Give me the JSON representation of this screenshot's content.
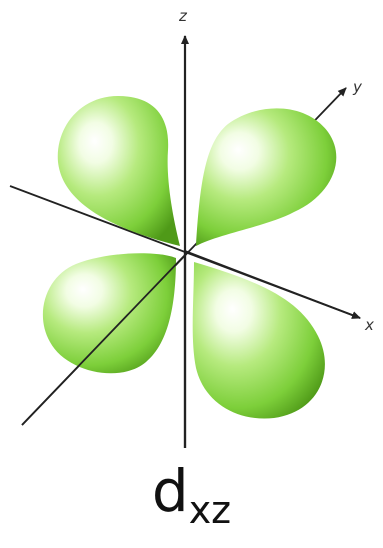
{
  "axes": {
    "z": "z",
    "y": "y",
    "x": "x"
  },
  "caption": {
    "main": "d",
    "subscript": "xz"
  },
  "colors": {
    "lobe_highlight": "#ffffff",
    "lobe_light": "#ccf39a",
    "lobe_mid": "#86d640",
    "lobe_dark": "#4f9a18",
    "axis": "#222222"
  }
}
